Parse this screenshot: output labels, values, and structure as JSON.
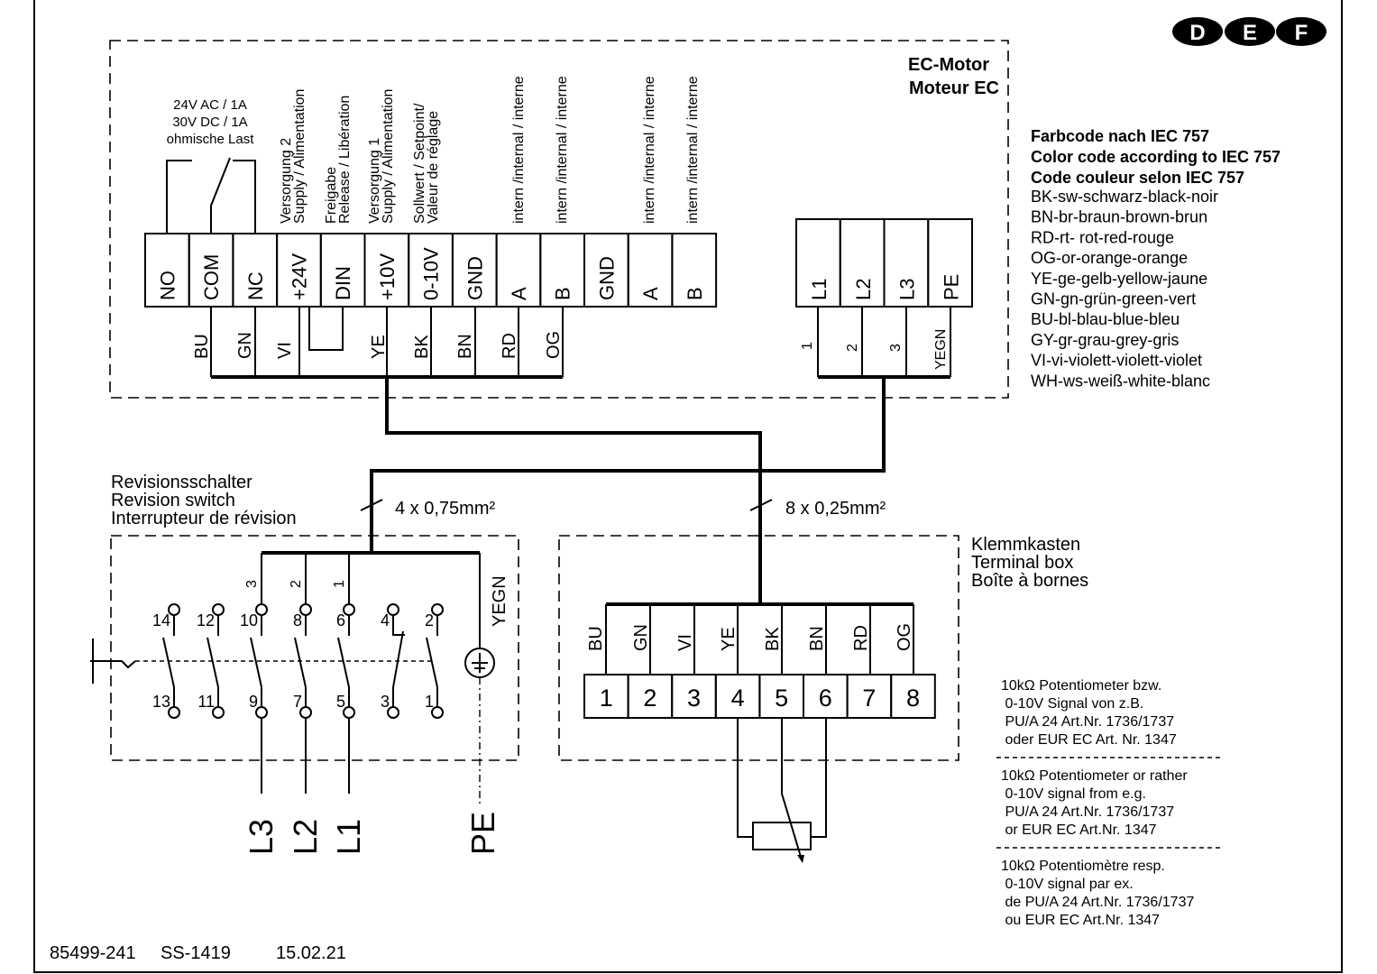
{
  "language_badges": [
    "D",
    "E",
    "F"
  ],
  "ec_motor": {
    "title_de": "EC-Motor",
    "title_fr": "Moteur EC"
  },
  "relay_spec": [
    "24V AC / 1A",
    "30V DC / 1A",
    "ohmische Last"
  ],
  "function_labels": [
    [
      "Versorgung 2",
      "Supply / Alimentation"
    ],
    [
      "Freigabe",
      "Release / Libération"
    ],
    [
      "Versorgung 1",
      "Supply / Alimentation"
    ],
    [
      "Sollwert / Setpoint/",
      "Valeur de réglage"
    ]
  ],
  "internal_label": "intern /internal / interne",
  "terminals": [
    "NO",
    "COM",
    "NC",
    "+24V",
    "DIN",
    "+10V",
    "0-10V",
    "GND",
    "A",
    "B",
    "GND",
    "A",
    "B"
  ],
  "wire_colors": [
    "BU",
    "GN",
    "VI",
    "YE",
    "BK",
    "BN",
    "RD",
    "OG"
  ],
  "power_terminals": [
    "L1",
    "L2",
    "L3",
    "PE"
  ],
  "power_wires": [
    "1",
    "2",
    "3",
    "YEGN"
  ],
  "color_code": {
    "headings": [
      "Farbcode nach IEC 757",
      "Color code according to IEC 757",
      "Code couleur selon IEC 757"
    ],
    "entries": [
      "BK-sw-schwarz-black-noir",
      "BN-br-braun-brown-brun",
      "RD-rt- rot-red-rouge",
      "OG-or-orange-orange",
      "YE-ge-gelb-yellow-jaune",
      "GN-gn-grün-green-vert",
      "BU-bl-blau-blue-bleu",
      "GY-gr-grau-grey-gris",
      "VI-vi-violett-violett-violet",
      "WH-ws-weiß-white-blanc"
    ]
  },
  "revision_switch": {
    "title": [
      "Revisionsschalter",
      "Revision switch",
      "Interrupteur de révision"
    ],
    "cable": "4 x 0,75mm²",
    "wire_numbers": [
      "3",
      "2",
      "1"
    ],
    "top_contacts": [
      "14",
      "12",
      "10",
      "8",
      "6",
      "4",
      "2"
    ],
    "bottom_contacts": [
      "13",
      "11",
      "9",
      "7",
      "5",
      "3",
      "1"
    ],
    "earth_label": "YEGN",
    "outputs": [
      "L3",
      "L2",
      "L1",
      "PE"
    ]
  },
  "terminal_box": {
    "title": [
      "Klemmkasten",
      "Terminal box",
      "Boîte à bornes"
    ],
    "cable": "8 x 0,25mm²",
    "numbers": [
      "1",
      "2",
      "3",
      "4",
      "5",
      "6",
      "7",
      "8"
    ]
  },
  "notes": [
    [
      "10kΩ Potentiometer bzw.",
      " 0-10V Signal von z.B.",
      " PU/A 24 Art.Nr. 1736/1737",
      " oder EUR EC Art. Nr. 1347"
    ],
    [
      "10kΩ Potentiometer or rather",
      " 0-10V signal from e.g.",
      " PU/A 24 Art.Nr. 1736/1737",
      " or EUR EC Art.Nr. 1347"
    ],
    [
      "10kΩ Potentiomètre resp.",
      " 0-10V signal par ex.",
      " de PU/A 24 Art.Nr. 1736/1737",
      " ou EUR EC Art.Nr. 1347"
    ]
  ],
  "footer": {
    "doc_no": "85499-241",
    "ss": "SS-1419",
    "date": "15.02.21"
  }
}
